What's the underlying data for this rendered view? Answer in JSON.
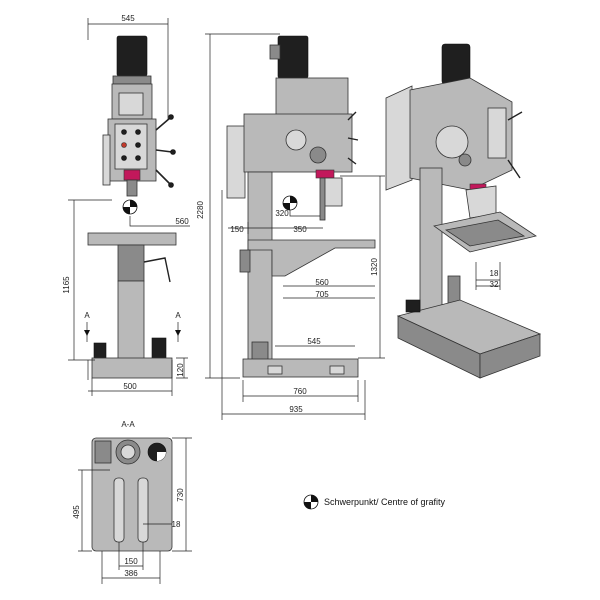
{
  "dimensions": {
    "front_width_top": "545",
    "front_table_offset": "560",
    "front_height": "1165",
    "front_section_a_left": "A",
    "front_section_a_right": "A",
    "front_base_height": "120",
    "front_base_width": "500",
    "side_total_height": "2280",
    "side_320": "320",
    "side_150": "150",
    "side_350": "350",
    "side_1320": "1320",
    "side_560": "560",
    "side_705": "705",
    "side_545": "545",
    "side_760": "760",
    "side_935": "935",
    "iso_18": "18",
    "iso_32": "32",
    "section_title": "A-A",
    "section_730": "730",
    "section_495": "495",
    "section_18": "18",
    "section_150": "150",
    "section_386": "386"
  },
  "legend": {
    "label": "Schwerpunkt/ Centre of grafity"
  },
  "colors": {
    "machine_body": "#b9b9b9",
    "dark_parts": "#8a8a8a",
    "accent_red": "#c0392b",
    "accent_magenta": "#c2185b"
  }
}
